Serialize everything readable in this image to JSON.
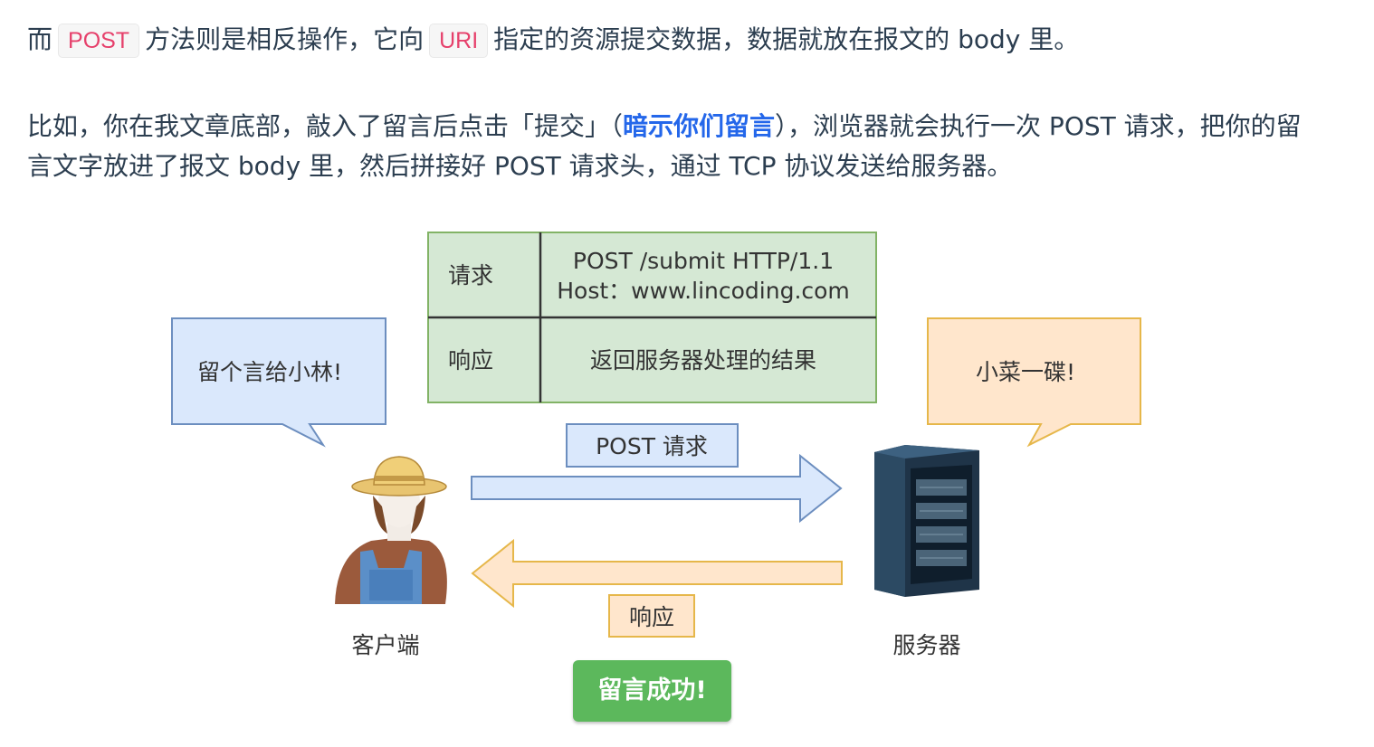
{
  "paragraph1": {
    "prefix": "而",
    "code1": "POST",
    "mid": "方法则是相反操作，它向",
    "code2": "URI",
    "suffix": "指定的资源提交数据，数据就放在报文的 body 里。"
  },
  "paragraph2": {
    "part1": "比如，你在我文章底部，敲入了留言后点击「提交」（",
    "link": "暗示你们留言",
    "part2": "），浏览器就会执行一次 POST 请求，把你的留言文字放进了报文 body 里，然后拼接好 POST 请求头，通过 TCP 协议发送给服务器。"
  },
  "diagram": {
    "table": {
      "request_label": "请求",
      "request_line1": "POST /submit HTTP/1.1",
      "request_line2": "Host：www.lincoding.com",
      "response_label": "响应",
      "response_value": "返回服务器处理的结果"
    },
    "client_bubble": "留个言给小林!",
    "server_bubble": "小菜一碟!",
    "post_label": "POST  请求",
    "response_label": "响应",
    "client_caption": "客户端",
    "server_caption": "服务器",
    "success_button": "留言成功!",
    "colors": {
      "table_fill": "#d5e8d4",
      "table_border": "#82b366",
      "blue_fill": "#dae8fc",
      "blue_border": "#6c8ebf",
      "orange_fill": "#ffe6cc",
      "orange_border": "#e6b74a",
      "success": "#5cb85c",
      "code_text": "#e6406b",
      "link": "#2467ea"
    }
  }
}
